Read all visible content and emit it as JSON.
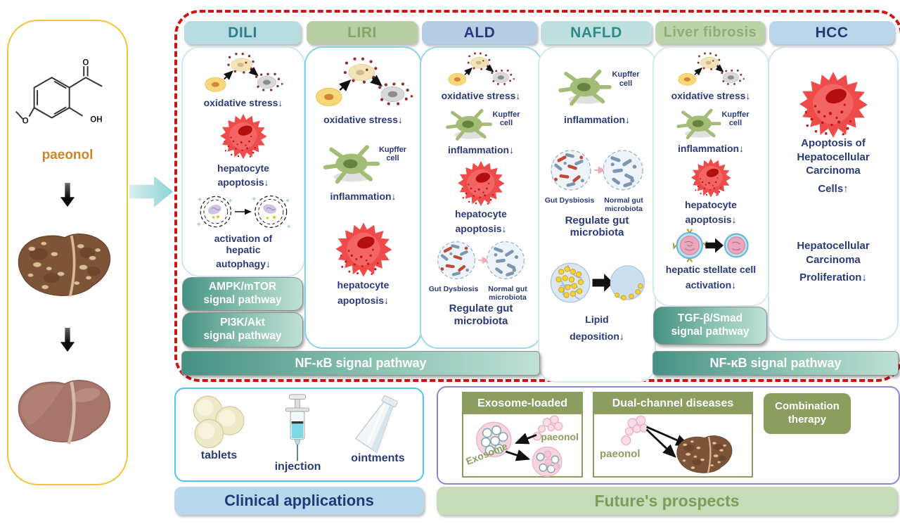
{
  "colors": {
    "red_dashed_border": "#cc1414",
    "yellow_panel_border": "#f2c437",
    "pathway_teal_dark": "#459183",
    "pathway_teal_light": "#bfe0d6",
    "effect_text_navy": "#2b3a78",
    "olive_green": "#8c9d60",
    "clinical_banner_blue": "#bad8ec",
    "future_banner_green": "#c8dcba"
  },
  "left_panel": {
    "compound": "paeonol"
  },
  "labels": {
    "oxidative": "oxidative stress↓",
    "kupffer1": "Kupffer",
    "kupffer2": "cell",
    "inflammation": "inflammation↓",
    "hepatocyte": "hepatocyte",
    "apoptosis": "apoptosis↓",
    "gut_dysbiosis": "Gut Dysbiosis",
    "normal_gut1": "Normal gut",
    "normal_gut2": "microbiota",
    "regulate1": "Regulate gut",
    "regulate2": "microbiota",
    "signal_pathway": "signal pathway",
    "nfkb": "NF-κB signal pathway"
  },
  "columns": {
    "dili": {
      "title": "DILI",
      "autophagy1": "activation of",
      "autophagy2": "hepatic",
      "autophagy3": "autophagy↓",
      "pathway1": "AMPK/mTOR",
      "pathway2": "PI3K/Akt"
    },
    "liri": {
      "title": "LIRI"
    },
    "ald": {
      "title": "ALD"
    },
    "nafld": {
      "title": "NAFLD",
      "lipid1": "Lipid",
      "lipid2": "deposition↓"
    },
    "fibrosis": {
      "title": "Liver fibrosis",
      "stellate1": "hepatic stellate cell",
      "stellate2": "activation↓",
      "pathway1": "TGF-β/Smad"
    },
    "hcc": {
      "title": "HCC",
      "apo1": "Apoptosis of",
      "apo2": "Hepatocellular",
      "apo3": "Carcinoma",
      "apo4": "Cells↑",
      "pro1": "Hepatocellular",
      "pro2": "Carcinoma",
      "pro3": "Proliferation↓"
    }
  },
  "clinical": {
    "tablets": "tablets",
    "injection": "injection",
    "ointments": "ointments",
    "banner": "Clinical applications"
  },
  "future": {
    "exosome_header": "Exosome-loaded",
    "exosome_label": "Exosome",
    "paeonol": "paeonol",
    "dual_header": "Dual-channel diseases",
    "combo1": "Combination",
    "combo2": "therapy",
    "banner": "Future's prospects"
  }
}
